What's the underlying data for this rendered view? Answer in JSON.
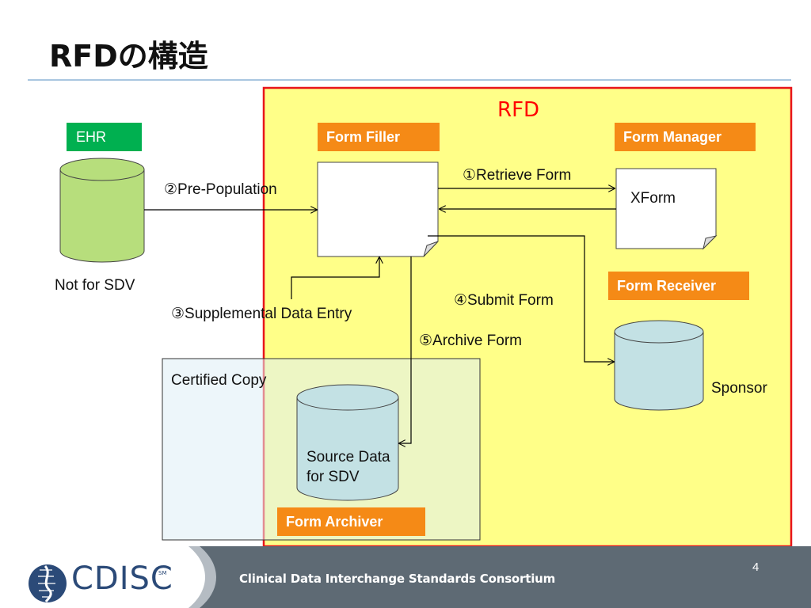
{
  "title": "RFDの構造",
  "rfd_label": "RFD",
  "ehr": {
    "label": "EHR",
    "caption": "Not for SDV"
  },
  "roles": {
    "form_filler": "Form Filler",
    "form_manager": "Form Manager",
    "form_receiver": "Form Receiver",
    "form_archiver": "Form Archiver"
  },
  "documents": {
    "xform": "XForm"
  },
  "flows": {
    "retrieve_form": "①Retrieve Form",
    "pre_population": "②Pre-Population",
    "supplemental_data_entry": "③Supplemental Data Entry",
    "submit_form": "④Submit Form",
    "archive_form": "⑤Archive Form"
  },
  "certified_copy": "Certified Copy",
  "source_data": {
    "line1": "Source Data",
    "line2": "for SDV"
  },
  "sponsor": "Sponsor",
  "footer": {
    "logo": "CDISC",
    "logo_mark": "SM",
    "organization": "Clinical Data Interchange Standards Consortium",
    "page_number": "4"
  },
  "colors": {
    "rfd_fill": "#ffff88",
    "rfd_border": "#e8141b",
    "role_orange": "#f58a16",
    "ehr_green": "#00b050",
    "ehr_cylinder": "#b7de7c",
    "db_cylinder": "#c3e1e4",
    "footer_gray": "#5e6a74",
    "logo_blue": "#2b4a78"
  }
}
